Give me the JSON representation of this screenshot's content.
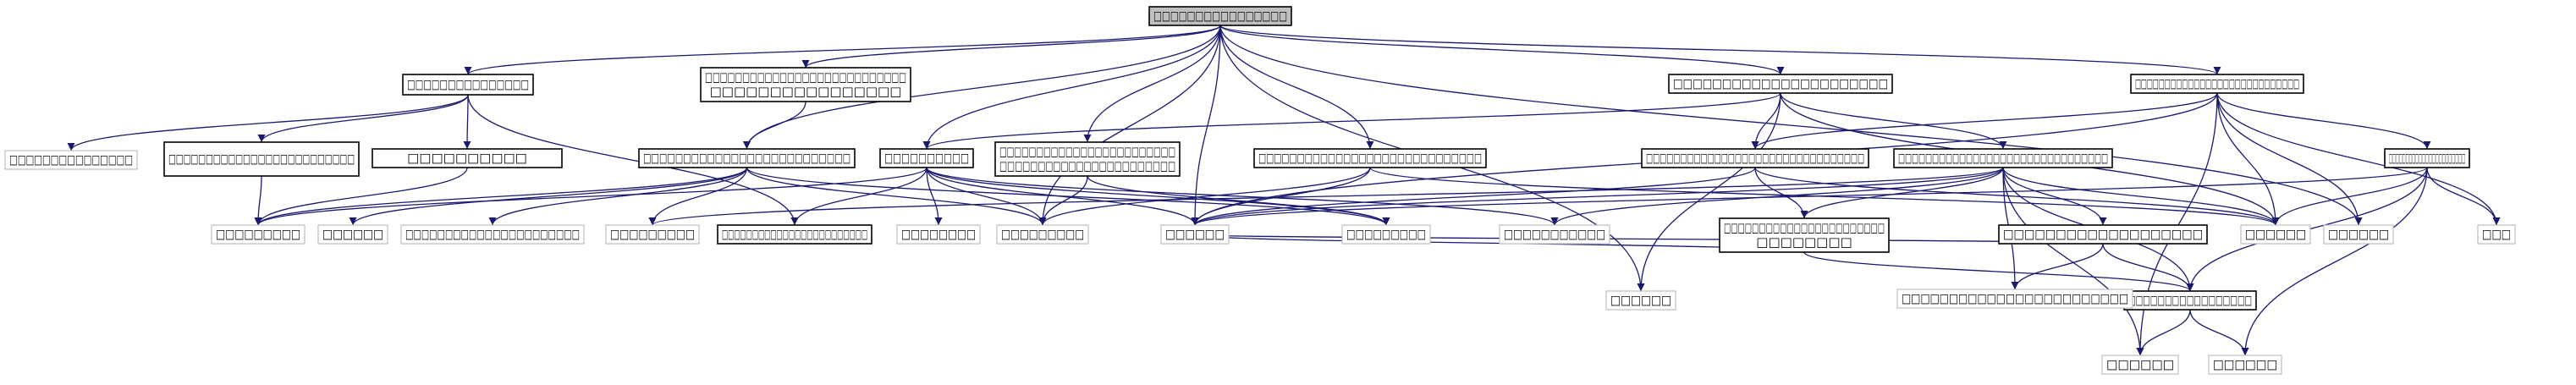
{
  "colors": {
    "edge": "#191970",
    "root_fill": "#bfbfbf",
    "light_border": "#bfbfbf",
    "dark_border": "#000000"
  },
  "nodes": [
    {
      "id": "n0",
      "lines": [
        "□□□□□□□□□□□□□□□□"
      ],
      "style": "root"
    },
    {
      "id": "n1",
      "lines": [
        "□□□□□□□□□□□□□□□"
      ],
      "style": "dark"
    },
    {
      "id": "n2",
      "lines": [
        "□□□□□□□□□□□□□□□□□□□□□□□□□□□",
        "□□□□□□□□□□□□□□□□"
      ],
      "style": "dark"
    },
    {
      "id": "n3",
      "lines": [
        "□□□□□□□□□□□□□□□□□□□□□□□□□□"
      ],
      "style": "dark"
    },
    {
      "id": "n4",
      "lines": [
        "□□□□□□□□□□□□□□□□□□□□□□"
      ],
      "style": "dark"
    },
    {
      "id": "n5",
      "lines": [
        "□□□□□□□□□□"
      ],
      "style": "dark"
    },
    {
      "id": "n6",
      "lines": [
        "□□□□□□□□□□□□□□□□□□□□□□□□",
        "□□□□□□□□□□□□□□□□□□□□□□□"
      ],
      "style": "dark"
    },
    {
      "id": "n7",
      "lines": [
        "□□□□□□□□□□□□□□□□□□□□□□□□□□□□□"
      ],
      "style": "dark"
    },
    {
      "id": "n8",
      "lines": [
        "□□□□□□□□□□□□□□□□□□□□□□□□□□□□"
      ],
      "style": "dark"
    },
    {
      "id": "n9",
      "lines": [
        "□□□□□□□□□□□□□□□□□□□□□□□□□□□□□□□□"
      ],
      "style": "dark"
    },
    {
      "id": "n10",
      "lines": [
        "□□□□□□□□□□□□□□□□□□□□□□□□□□□□□□□"
      ],
      "style": "dark"
    },
    {
      "id": "n11",
      "lines": [
        "□□□□□□□□□□□□□□□□□□□□□□□"
      ],
      "style": "dark"
    },
    {
      "id": "n12",
      "lines": [
        "□□□□□□□□□□□□□□□□□□□□□□□□□"
      ],
      "style": "dark"
    },
    {
      "id": "n13",
      "lines": [
        "□□□□□□□□□□"
      ],
      "style": "dark"
    },
    {
      "id": "n14",
      "lines": [
        "□□□□□□□□□□□□□□□□□□□□□□□",
        "□□□□□□□□"
      ],
      "style": "dark"
    },
    {
      "id": "n15",
      "lines": [
        "□□□□□□□□□□□□□□□□□□□"
      ],
      "style": "dark"
    },
    {
      "id": "n16",
      "lines": [
        "□□□□□□□□□□□□□□□□□"
      ],
      "style": "dark"
    },
    {
      "id": "n17",
      "lines": [
        "□□□□□□□□□□□□□□□□□□□□□□□□"
      ],
      "style": "dark"
    },
    {
      "id": "n18",
      "lines": [
        "□□□□□□□□□□□□□□□"
      ],
      "style": "light"
    },
    {
      "id": "n19",
      "lines": [
        "□□□□□□□□□"
      ],
      "style": "light"
    },
    {
      "id": "n20",
      "lines": [
        "□□□□□□"
      ],
      "style": "light"
    },
    {
      "id": "n21",
      "lines": [
        "□□□□□□□□□□□□□□□□□□□□□□"
      ],
      "style": "light"
    },
    {
      "id": "n22",
      "lines": [
        "□□□□□□□□□"
      ],
      "style": "light"
    },
    {
      "id": "n23",
      "lines": [
        "□□□□□□□□"
      ],
      "style": "light"
    },
    {
      "id": "n24",
      "lines": [
        "□□□□□□□□□"
      ],
      "style": "light"
    },
    {
      "id": "n25",
      "lines": [
        "□□□□□□"
      ],
      "style": "light"
    },
    {
      "id": "n26",
      "lines": [
        "□□□□□□□□□"
      ],
      "style": "light"
    },
    {
      "id": "n27",
      "lines": [
        "□□□□□□□□□□□"
      ],
      "style": "light"
    },
    {
      "id": "n28",
      "lines": [
        "□□□□□□"
      ],
      "style": "light"
    },
    {
      "id": "n29",
      "lines": [
        "□□□□□□"
      ],
      "style": "light"
    },
    {
      "id": "n30",
      "lines": [
        "□□□"
      ],
      "style": "light"
    },
    {
      "id": "n31",
      "lines": [
        "□□□□□□"
      ],
      "style": "light"
    },
    {
      "id": "n32",
      "lines": [
        "□□□□□□□□□□□□□□□□□□□□□□□□"
      ],
      "style": "light"
    },
    {
      "id": "n33",
      "lines": [
        "□□□□□□"
      ],
      "style": "light"
    },
    {
      "id": "n34",
      "lines": [
        "□□□□□□"
      ],
      "style": "light"
    }
  ],
  "edges": [
    [
      "n0",
      "n1"
    ],
    [
      "n0",
      "n2"
    ],
    [
      "n0",
      "n3"
    ],
    [
      "n0",
      "n4"
    ],
    [
      "n0",
      "n5"
    ],
    [
      "n0",
      "n6"
    ],
    [
      "n0",
      "n7"
    ],
    [
      "n0",
      "n8"
    ],
    [
      "n0",
      "n24"
    ],
    [
      "n0",
      "n28"
    ],
    [
      "n0",
      "n25"
    ],
    [
      "n0",
      "n31"
    ],
    [
      "n1",
      "n18"
    ],
    [
      "n1",
      "n17"
    ],
    [
      "n1",
      "n12"
    ],
    [
      "n1",
      "n13"
    ],
    [
      "n2",
      "n3"
    ],
    [
      "n12",
      "n19"
    ],
    [
      "n13",
      "n19"
    ],
    [
      "n3",
      "n19"
    ],
    [
      "n3",
      "n20"
    ],
    [
      "n3",
      "n21"
    ],
    [
      "n3",
      "n22"
    ],
    [
      "n3",
      "n26"
    ],
    [
      "n3",
      "n24"
    ],
    [
      "n5",
      "n19"
    ],
    [
      "n5",
      "n17"
    ],
    [
      "n5",
      "n23"
    ],
    [
      "n5",
      "n26"
    ],
    [
      "n5",
      "n24"
    ],
    [
      "n5",
      "n25"
    ],
    [
      "n5",
      "n27"
    ],
    [
      "n6",
      "n24"
    ],
    [
      "n6",
      "n26"
    ],
    [
      "n7",
      "n24"
    ],
    [
      "n7",
      "n25"
    ],
    [
      "n7",
      "n29"
    ],
    [
      "n4",
      "n5"
    ],
    [
      "n4",
      "n28"
    ],
    [
      "n4",
      "n9"
    ],
    [
      "n4",
      "n10"
    ],
    [
      "n4",
      "n29"
    ],
    [
      "n8",
      "n11"
    ],
    [
      "n8",
      "n9"
    ],
    [
      "n8",
      "n29"
    ],
    [
      "n8",
      "n30"
    ],
    [
      "n8",
      "n31"
    ],
    [
      "n8",
      "n25"
    ],
    [
      "n8",
      "n33"
    ],
    [
      "n9",
      "n14"
    ],
    [
      "n9",
      "n25"
    ],
    [
      "n9",
      "n29"
    ],
    [
      "n10",
      "n27"
    ],
    [
      "n10",
      "n14"
    ],
    [
      "n10",
      "n15"
    ],
    [
      "n10",
      "n25"
    ],
    [
      "n10",
      "n16"
    ],
    [
      "n10",
      "n32"
    ],
    [
      "n10",
      "n22"
    ],
    [
      "n10",
      "n29"
    ],
    [
      "n10",
      "n33"
    ],
    [
      "n11",
      "n25"
    ],
    [
      "n11",
      "n29"
    ],
    [
      "n11",
      "n30"
    ],
    [
      "n11",
      "n16"
    ],
    [
      "n11",
      "n34"
    ],
    [
      "n14",
      "n25"
    ],
    [
      "n14",
      "n16"
    ],
    [
      "n15",
      "n25"
    ],
    [
      "n15",
      "n32"
    ],
    [
      "n15",
      "n16"
    ],
    [
      "n16",
      "n33"
    ],
    [
      "n16",
      "n34"
    ]
  ]
}
